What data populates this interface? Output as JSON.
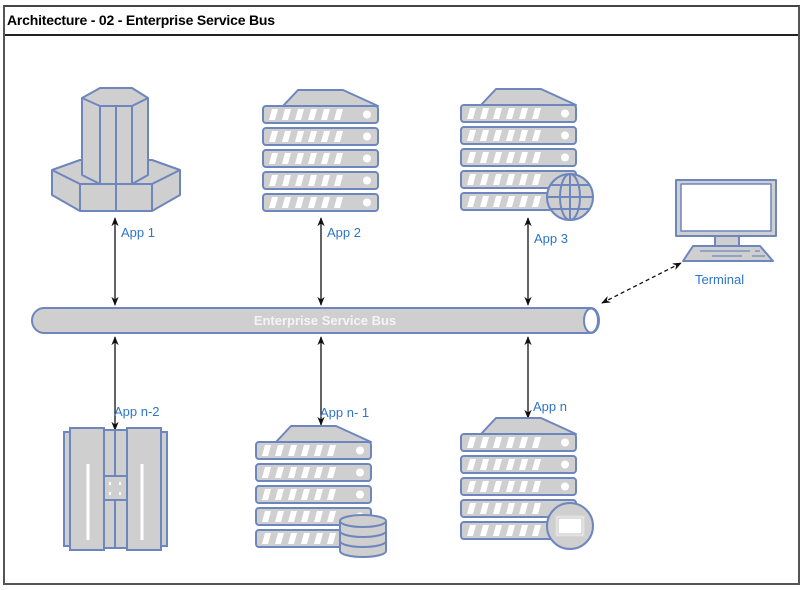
{
  "window": {
    "title": "Architecture - 02 - Enterprise Service Bus"
  },
  "colors": {
    "shape_fill": "#cfcfcf",
    "shape_stroke": "#6d86bd",
    "label": "#2e75c8",
    "bus_label": "#f4f4f4",
    "connector": "#111111"
  },
  "bus": {
    "label": "Enterprise Service Bus"
  },
  "nodes": [
    {
      "id": "app1",
      "label": "App 1",
      "icon": "mainframe-icon",
      "position": "top"
    },
    {
      "id": "app2",
      "label": "App 2",
      "icon": "server-rack-icon",
      "position": "top"
    },
    {
      "id": "app3",
      "label": "App 3",
      "icon": "web-server-globe-icon",
      "position": "top"
    },
    {
      "id": "terminal",
      "label": "Terminal",
      "icon": "desktop-terminal-icon",
      "position": "right"
    },
    {
      "id": "appn2",
      "label": "App n-2",
      "icon": "tower-server-icon",
      "position": "bottom"
    },
    {
      "id": "appn1",
      "label": "App n- 1",
      "icon": "database-server-icon",
      "position": "bottom"
    },
    {
      "id": "appn",
      "label": "App n",
      "icon": "application-server-icon",
      "position": "bottom"
    }
  ],
  "connections": [
    {
      "from": "app1",
      "to": "bus",
      "style": "solid",
      "arrows": "both"
    },
    {
      "from": "app2",
      "to": "bus",
      "style": "solid",
      "arrows": "both"
    },
    {
      "from": "app3",
      "to": "bus",
      "style": "solid",
      "arrows": "both"
    },
    {
      "from": "terminal",
      "to": "bus",
      "style": "dashed",
      "arrows": "both"
    },
    {
      "from": "appn2",
      "to": "bus",
      "style": "solid",
      "arrows": "both"
    },
    {
      "from": "appn1",
      "to": "bus",
      "style": "solid",
      "arrows": "both"
    },
    {
      "from": "appn",
      "to": "bus",
      "style": "solid",
      "arrows": "both"
    }
  ]
}
